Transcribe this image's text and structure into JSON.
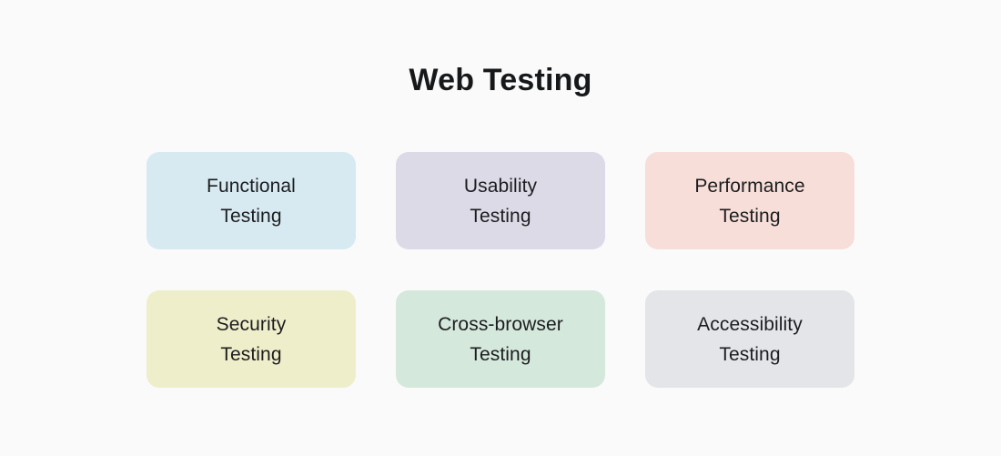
{
  "title": "Web Testing",
  "colors": {
    "background": "#fafafa",
    "text": "#1c1d1f"
  },
  "cards": [
    {
      "id": "functional-testing",
      "line1": "Functional",
      "line2": "Testing",
      "color": "#d7eaf2"
    },
    {
      "id": "usability-testing",
      "line1": "Usability",
      "line2": "Testing",
      "color": "#dcdae6"
    },
    {
      "id": "performance-testing",
      "line1": "Performance",
      "line2": "Testing",
      "color": "#f7ded9"
    },
    {
      "id": "security-testing",
      "line1": "Security",
      "line2": "Testing",
      "color": "#efeecb"
    },
    {
      "id": "cross-browser-testing",
      "line1": "Cross-browser",
      "line2": "Testing",
      "color": "#d5e8dc"
    },
    {
      "id": "accessibility-testing",
      "line1": "Accessibility",
      "line2": "Testing",
      "color": "#e3e5e9"
    }
  ]
}
